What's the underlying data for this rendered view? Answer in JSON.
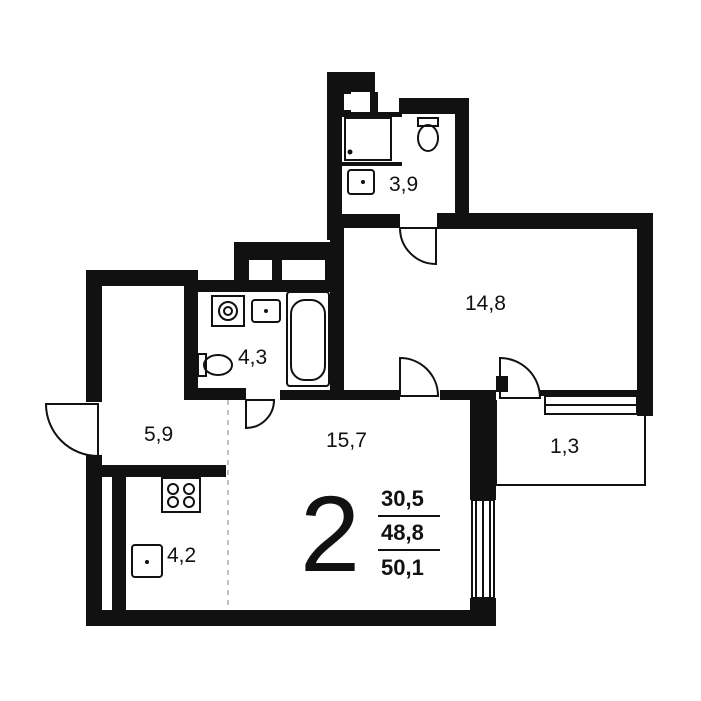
{
  "plan": {
    "rooms_count": "2",
    "rooms": [
      {
        "name": "bathroom-top",
        "area": "3,9"
      },
      {
        "name": "bedroom",
        "area": "14,8"
      },
      {
        "name": "bathroom-middle",
        "area": "4,3"
      },
      {
        "name": "hallway",
        "area": "5,9"
      },
      {
        "name": "living-room",
        "area": "15,7"
      },
      {
        "name": "balcony",
        "area": "1,3"
      },
      {
        "name": "kitchen",
        "area": "4,2"
      }
    ],
    "summary": {
      "living_area": "30,5",
      "total_area": "48,8",
      "total_with_balcony": "50,1"
    }
  },
  "colors": {
    "wall": "#111111",
    "background": "#ffffff"
  }
}
